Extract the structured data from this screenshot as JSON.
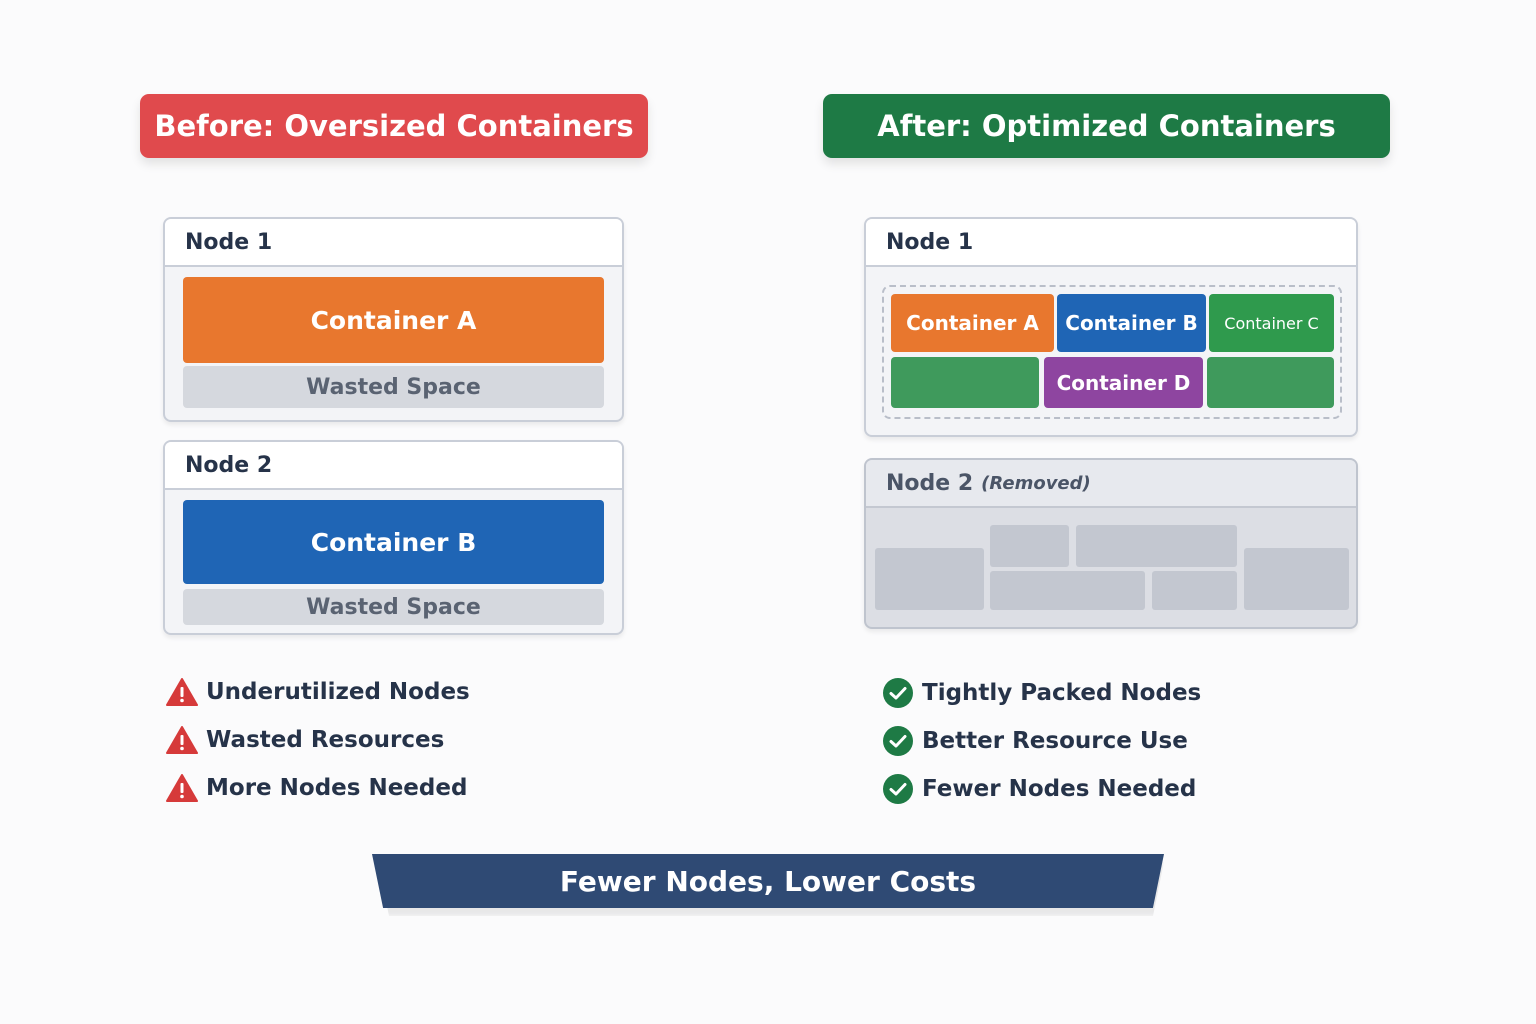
{
  "before": {
    "title": "Before: Oversized Containers",
    "nodes": [
      {
        "label": "Node 1",
        "container": "Container A",
        "wasted": "Wasted Space"
      },
      {
        "label": "Node 2",
        "container": "Container B",
        "wasted": "Wasted Space"
      }
    ],
    "points": [
      "Underutilized Nodes",
      "Wasted Resources",
      "More Nodes Needed"
    ]
  },
  "after": {
    "title": "After: Optimized Containers",
    "node1": {
      "label": "Node 1",
      "containers": [
        "Container A",
        "Container B",
        "Container C",
        "Container D"
      ]
    },
    "node2": {
      "label": "Node 2",
      "note": "(Removed)"
    },
    "points": [
      "Tightly Packed Nodes",
      "Better Resource Use",
      "Fewer Nodes Needed"
    ]
  },
  "banner": "Fewer Nodes, Lower Costs",
  "colors": {
    "before_header": "#e04a4d",
    "after_header": "#1e7a45",
    "container_a": "#e8772e",
    "container_b": "#1f65b5",
    "container_c": "#2f9a4d",
    "container_d": "#8e45a0",
    "filler_green": "#3f9a5c",
    "warning": "#d63a3a",
    "check": "#1e7a45",
    "banner": "#2f4a74"
  }
}
